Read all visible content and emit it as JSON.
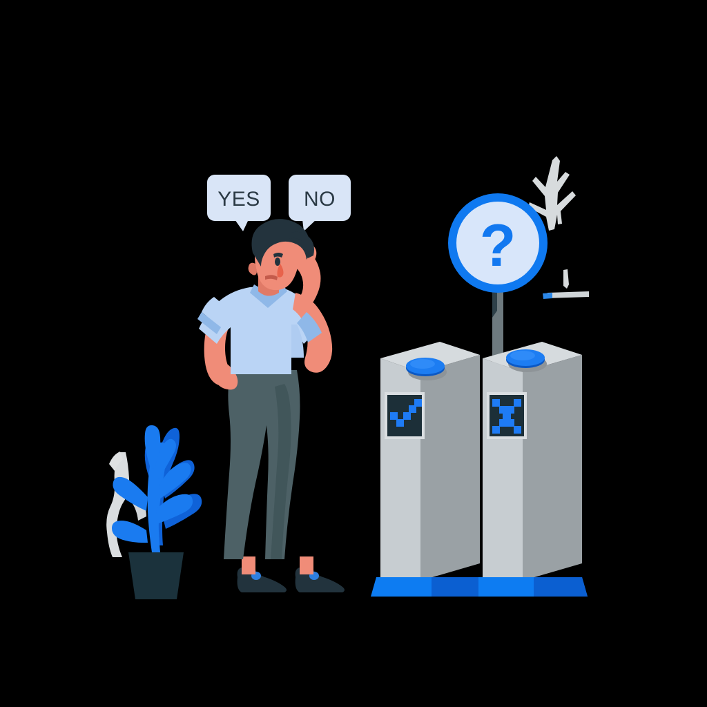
{
  "illustration": {
    "title": "Decision making — man choosing between two gates",
    "background_color": "#000000"
  },
  "speech_bubbles": [
    {
      "id": "yes",
      "label": "YES",
      "bg_color": "#D9E5F7",
      "text_color": "#2B3A45"
    },
    {
      "id": "no",
      "label": "NO",
      "bg_color": "#D9E5F7",
      "text_color": "#2B3A45"
    }
  ],
  "sign": {
    "symbol": "?",
    "ring_color": "#0F79F0",
    "fill_color": "#D8E6FA",
    "symbol_color": "#1278F0",
    "post_color": "#6E7A7F",
    "post_shadow_color": "#2E4049"
  },
  "gates": [
    {
      "id": "gate-left",
      "screen_icon": "checkmark-icon",
      "screen_bg": "#1C2F38",
      "icon_color": "#1E7BF5",
      "button_color": "#1D7DF2",
      "button_edge_color": "#0B58C4",
      "body_front": "#C7CDD1",
      "body_side": "#9AA1A5",
      "body_top": "#D6DBDE"
    },
    {
      "id": "gate-right",
      "screen_icon": "cross-icon",
      "screen_bg": "#1C2F38",
      "icon_color": "#1E7BF5",
      "button_color": "#1D7DF2",
      "button_edge_color": "#0B58C4",
      "body_front": "#C7CDD1",
      "body_side": "#9AA1A5",
      "body_top": "#D6DBDE"
    }
  ],
  "base_platform": {
    "left_color": "#0D7CF2",
    "right_color": "#0B5FD1"
  },
  "character": {
    "name": "thinking-man",
    "hair_color": "#23333D",
    "skin_color": "#F08C78",
    "skin_shadow_color": "#E07A67",
    "shirt_color": "#BAD4F5",
    "shirt_trim_color": "#8FB8E8",
    "pants_color": "#4D6166",
    "pants_shadow_color": "#3F5357",
    "shoe_color": "#22333D",
    "shoe_accent_color": "#2E7FE0",
    "pose": "right-hand-on-head-left-hand-on-hip"
  },
  "plant": {
    "leaf_color_light": "#1A7BF0",
    "leaf_color_dark": "#0F62D8",
    "pot_color": "#1B323C",
    "ghost_color": "#E8ECEF"
  },
  "decorations": [
    {
      "id": "branch-twig",
      "color": "#D7DBDD"
    },
    {
      "id": "ground-streak",
      "color": "#CFD4D7",
      "accent_color": "#2B87E8"
    }
  ]
}
